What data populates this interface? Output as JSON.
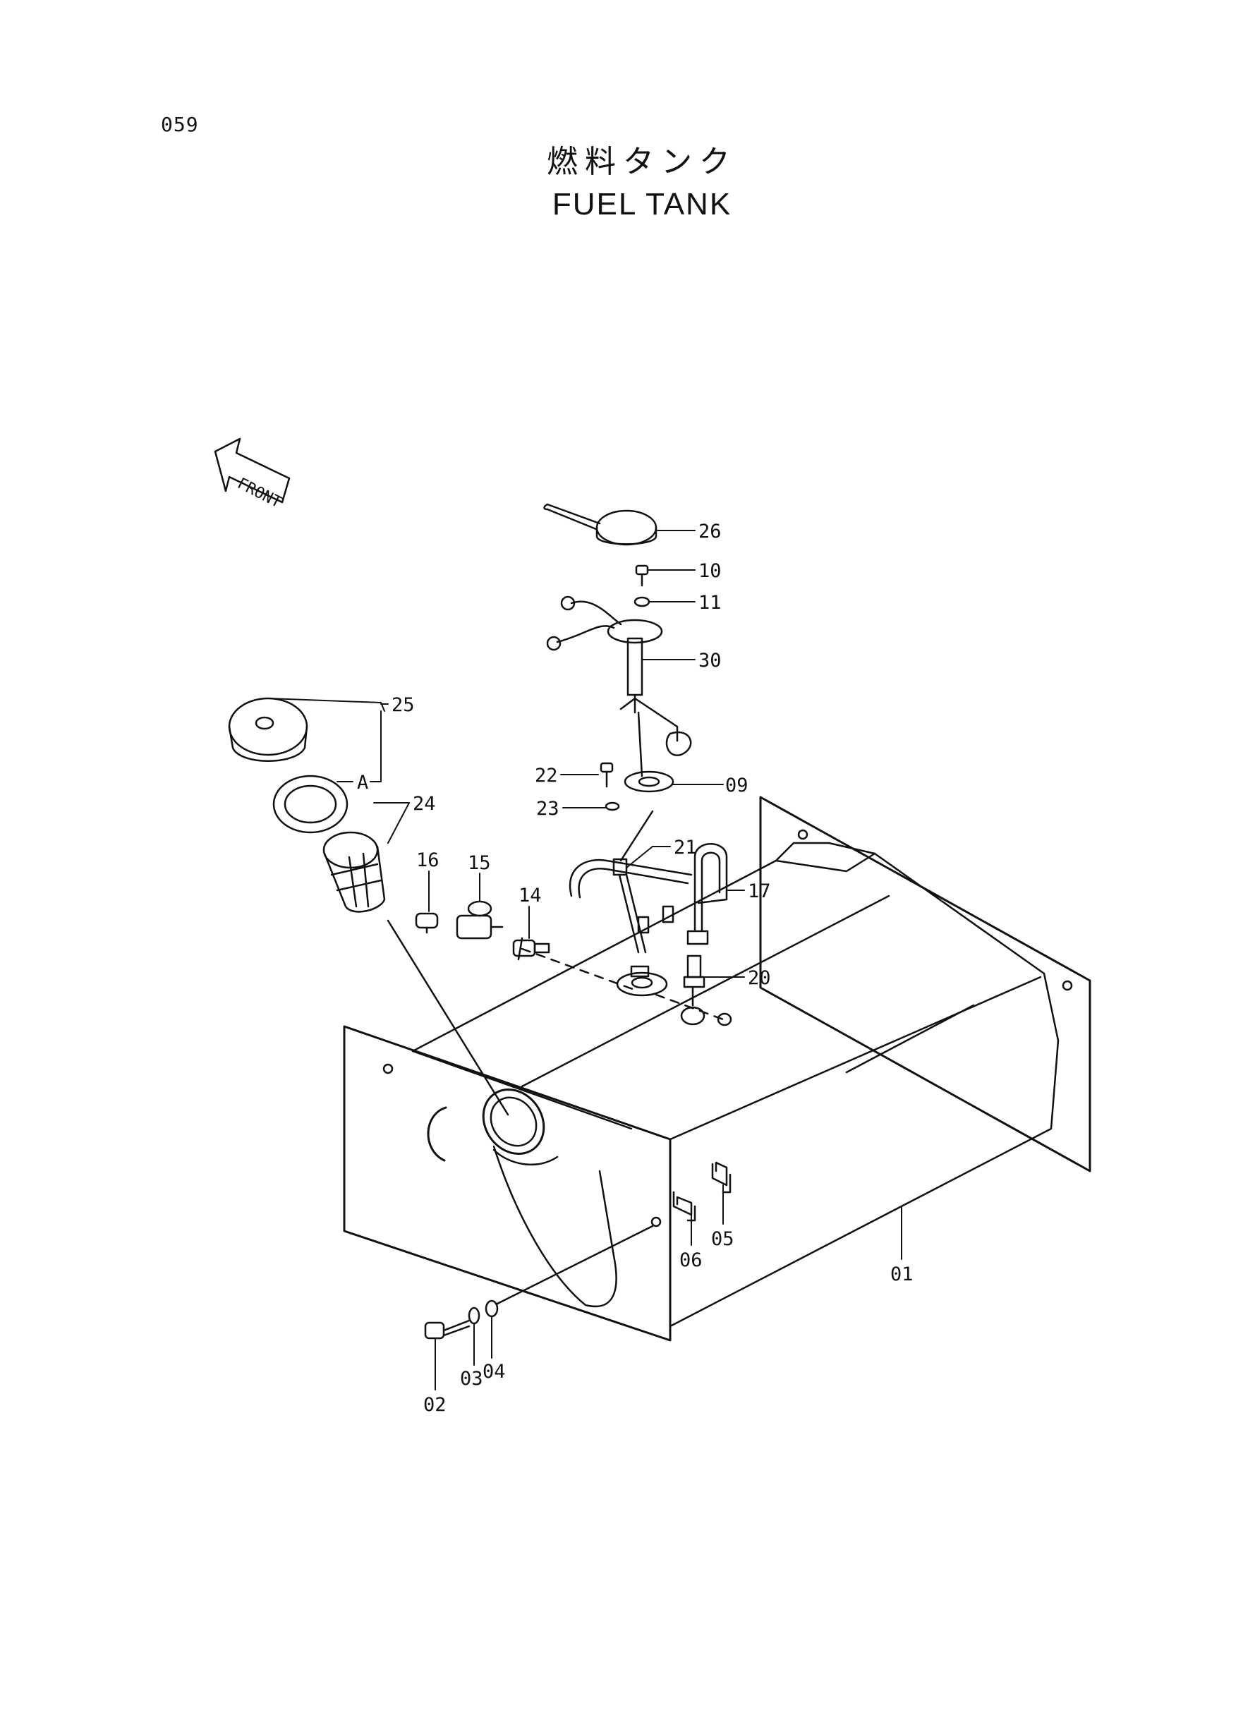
{
  "header": {
    "page_number": "059",
    "title_jp": "燃料タンク",
    "title_en": "FUEL TANK"
  },
  "front_indicator": "FRONT",
  "callouts": {
    "p01": "01",
    "p02": "02",
    "p03": "03",
    "p04": "04",
    "p05": "05",
    "p06": "06",
    "p09": "09",
    "p10": "10",
    "p11": "11",
    "p14": "14",
    "p15": "15",
    "p16": "16",
    "p17": "17",
    "p20": "20",
    "p21": "21",
    "p22": "22",
    "p23": "23",
    "p24": "24",
    "p25": "25",
    "p26": "26",
    "p30": "30",
    "detail_a": "A"
  }
}
